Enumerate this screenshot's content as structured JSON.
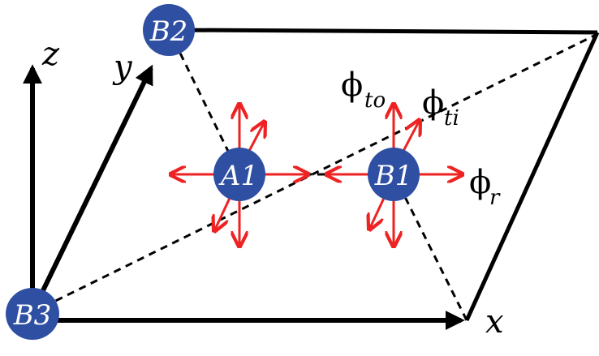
{
  "colors": {
    "atom_fill": "#2f4fa3",
    "arrow": "#ee2222",
    "line": "#000000"
  },
  "atoms": {
    "b2": "B2",
    "a1": "A1",
    "b1": "B1",
    "b3": "B3"
  },
  "axes": {
    "x": "x",
    "y": "y",
    "z": "z"
  },
  "modes": {
    "to": {
      "symbol": "ϕ",
      "sub": "to"
    },
    "ti": {
      "symbol": "ϕ",
      "sub": "ti"
    },
    "r": {
      "symbol": "ϕ",
      "sub": "r"
    }
  }
}
